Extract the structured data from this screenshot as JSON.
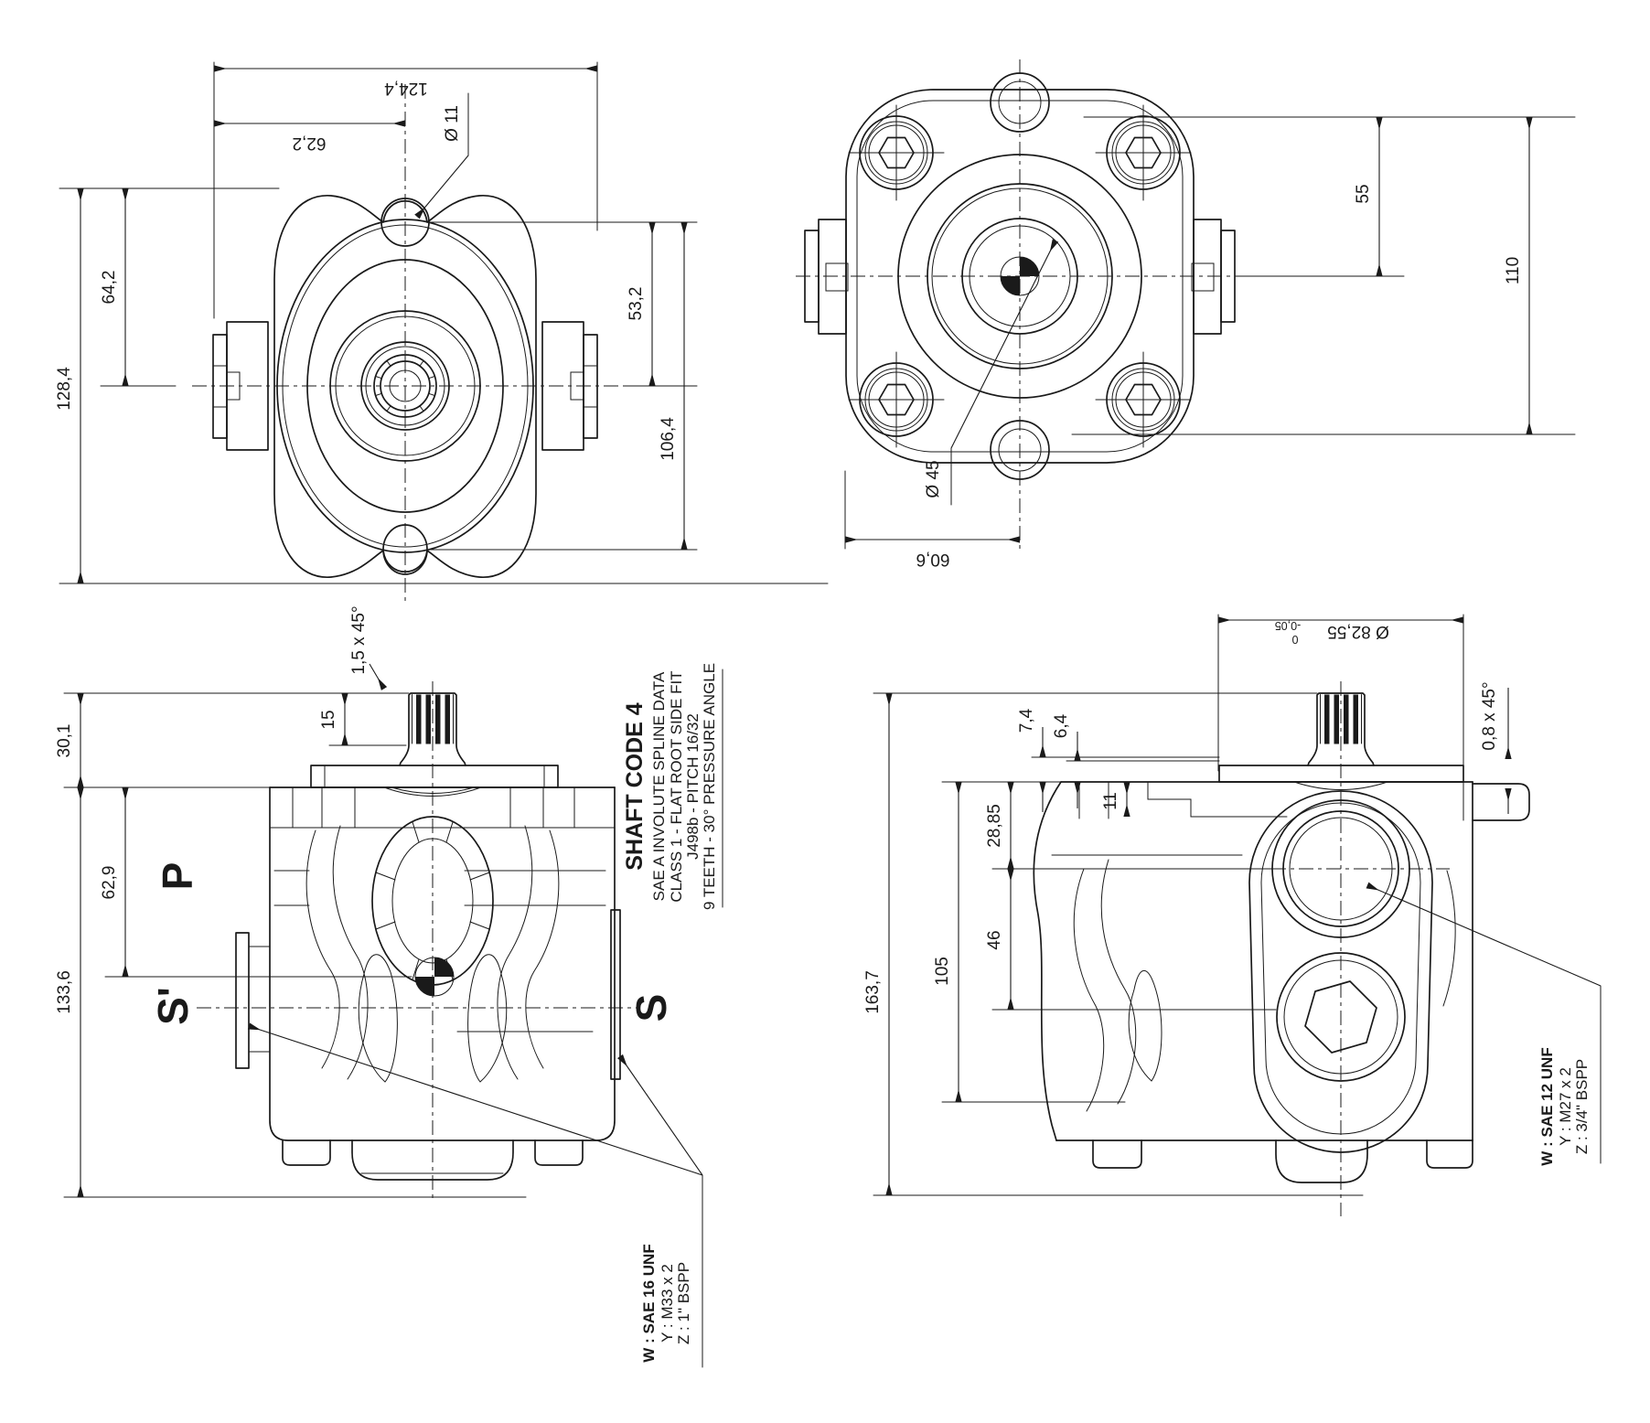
{
  "views": {
    "front": {
      "dims": {
        "overall_width": "124,4",
        "half_width": "62,2",
        "hole_dia": "Ø 11",
        "upper_height": "64,2",
        "overall_height": "128,4",
        "right_upper": "53,2",
        "right_overall": "106,4"
      }
    },
    "rear": {
      "dims": {
        "bolt_upper": "55",
        "bolt_span": "110",
        "lower_width": "60,6",
        "pilot_dia": "Ø 45"
      }
    },
    "side_left": {
      "dims": {
        "shaft_proj": "30,1",
        "body_height": "133,6",
        "port_height": "62,9",
        "spline_len": "15",
        "chamfer": "1,5 x 45°"
      },
      "labels": {
        "p": "P",
        "s_prime": "S'",
        "s": "S"
      },
      "shaft_note": {
        "title": "SHAFT CODE 4",
        "l1": "SAE A INVOLUTE SPLINE DATA",
        "l2": "CLASS 1 - FLAT ROOT SIDE FIT",
        "l3": "J498b - PITCH 16/32",
        "l4": "9 TEETH - 30° PRESSURE ANGLE"
      },
      "port_note": {
        "w": "W : SAE 16 UNF",
        "y": "Y : M33 x 2",
        "z": "Z : 1\" BSPP"
      }
    },
    "side_right": {
      "dims": {
        "overall_height": "163,7",
        "mid_height": "105",
        "port_gap": "46",
        "port_top": "28,85",
        "step": "11",
        "lip_a": "7,4",
        "lip_b": "6,4",
        "chamfer": "0,8 x 45°",
        "pilot_dia": "Ø 82,55",
        "pilot_tol_hi": "0",
        "pilot_tol_lo": "-0,05"
      },
      "port_note": {
        "w": "W : SAE 12 UNF",
        "y": "Y : M27 x 2",
        "z": "Z : 3/4\" BSPP"
      }
    }
  }
}
